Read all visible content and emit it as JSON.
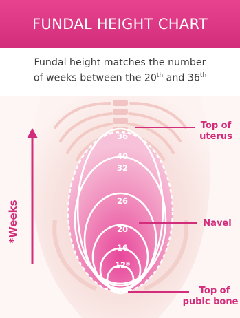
{
  "header": {
    "title": "FUNDAL HEIGHT CHART"
  },
  "subtitle": {
    "line1": "Fundal height matches the number",
    "line2_before": "of weeks between the 20",
    "sup1": "th",
    "line2_middle": " and 36",
    "sup2": "th"
  },
  "axis": {
    "label": "*Weeks"
  },
  "week_labels": [
    "36",
    "40",
    "32",
    "26",
    "20",
    "16",
    "12*"
  ],
  "annotations": {
    "top_of_uterus": [
      "Top of",
      "uterus"
    ],
    "navel": "Navel",
    "top_of_pubic_bone": [
      "Top of",
      "pubic bone"
    ]
  },
  "colors": {
    "header": "#d93582",
    "annotation": "#d22d7b",
    "ring_outline": "#ffffff",
    "uterus_fill": "#ea5fa3"
  }
}
